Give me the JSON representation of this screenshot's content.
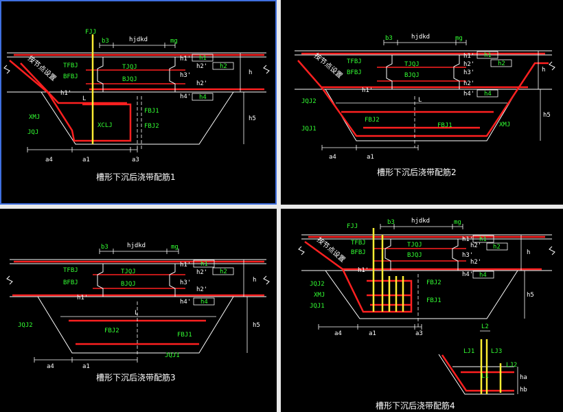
{
  "panels": [
    {
      "caption": "槽形下沉后浇带配筋1",
      "labels": {
        "fjj": "FJJ",
        "b3": "b3",
        "hjdkd": "hjdkd",
        "mg": "mg",
        "tfbj": "TFBJ",
        "bfbj": "BFBJ",
        "tjqj": "TJQJ",
        "bjqj": "BJQJ",
        "h1p": "h1'",
        "h2p": "h2'",
        "h3p": "h3'",
        "h4p": "h4'",
        "h1": "h1",
        "h2": "h2",
        "h4": "h4",
        "h": "h",
        "h5": "h5",
        "L": "L",
        "xmj": "XMJ",
        "jqj": "JQJ",
        "xclj": "XCLJ",
        "fbj1": "FBJ1",
        "fbj2": "FBJ2",
        "a4": "a4",
        "a1": "a1",
        "a3": "a3",
        "node": "按节点设置"
      }
    },
    {
      "caption": "槽形下沉后浇带配筋2",
      "labels": {
        "b3": "b3",
        "hjdkd": "hjdkd",
        "mg": "mg",
        "tfbj": "TFBJ",
        "bfbj": "BFBJ",
        "tjqj": "TJQJ",
        "bjqj": "BJQJ",
        "h1p": "h1'",
        "h2p": "h2'",
        "h3p": "h3'",
        "h4p": "h4'",
        "h1": "h1",
        "h2": "h2",
        "h4": "h4",
        "h": "h",
        "h5": "h5",
        "L": "L",
        "jqj2": "JQJ2",
        "jqj1": "JQJ1",
        "fbj2": "FBJ2",
        "fbj1": "FBJ1",
        "xmj": "XMJ",
        "a4": "a4",
        "a1": "a1",
        "node": "按节点设置"
      }
    },
    {
      "caption": "槽形下沉后浇带配筋3",
      "labels": {
        "b3": "b3",
        "hjdkd": "hjdkd",
        "mg": "mg",
        "tfbj": "TFBJ",
        "bfbj": "BFBJ",
        "tjqj": "TJQJ",
        "bjqj": "BJQJ",
        "h1p": "h1'",
        "h2p": "h2'",
        "h3p": "h3'",
        "h4p": "h4'",
        "h1": "h1",
        "h2": "h2",
        "h4": "h4",
        "h": "h",
        "h5": "h5",
        "L": "L",
        "jqj2": "JQJ2",
        "fbj2": "FBJ2",
        "fbj1": "FBJ1",
        "jqj1": "JQJ1",
        "a4": "a4",
        "a1": "a1"
      }
    },
    {
      "caption": "槽形下沉后浇带配筋4",
      "labels": {
        "fjj": "FJJ",
        "b3": "b3",
        "hjdkd": "hjdkd",
        "mg": "mg",
        "tfbj": "TFBJ",
        "bfbj": "BFBJ",
        "tjqj": "TJQJ",
        "bjqj": "BJQJ",
        "h1p": "h1'",
        "h2p": "h2'",
        "h3p": "h3'",
        "h4p": "h4'",
        "h1": "h1",
        "h2": "h2",
        "h4": "h4",
        "h": "h",
        "h5": "h5",
        "jqj2": "JQJ2",
        "xmj": "XMJ",
        "jqj1": "JQJ1",
        "fbj2": "FBJ2",
        "fbj1": "FBJ1",
        "a4": "a4",
        "a1": "a1",
        "a3": "a3",
        "l2": "L2",
        "lj1": "LJ1",
        "lj3": "LJ3",
        "lj2": "LJ2",
        "l1": "L1",
        "ha": "ha",
        "hb": "hb",
        "node": "按节点设置"
      }
    }
  ],
  "colors": {
    "background": "#000000",
    "rebar": "#ff2020",
    "lines": "#ffffff",
    "labels": "#33ff33",
    "stirrup": "#ffee33",
    "frame_highlight": "#3f6fe0"
  }
}
